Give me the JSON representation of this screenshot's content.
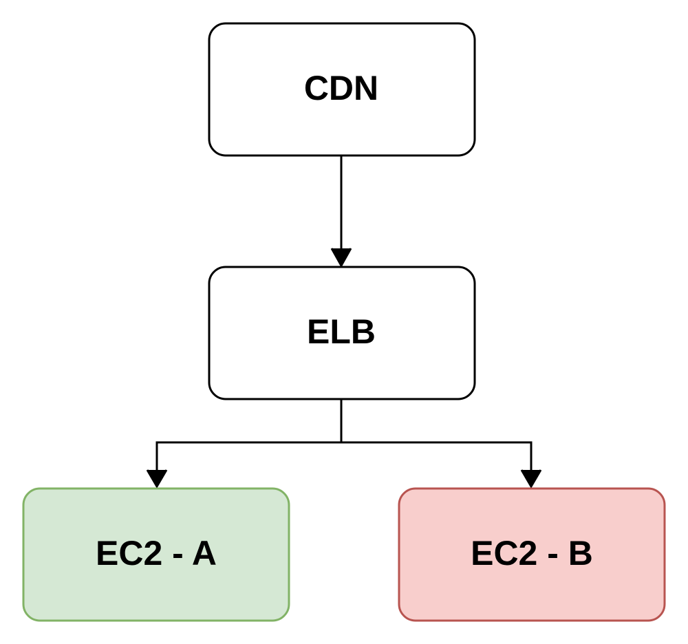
{
  "nodes": {
    "cdn": {
      "label": "CDN",
      "fill": "#ffffff",
      "stroke": "#000000"
    },
    "elb": {
      "label": "ELB",
      "fill": "#ffffff",
      "stroke": "#000000"
    },
    "ec2_a": {
      "label": "EC2 - A",
      "fill": "#d5e8d4",
      "stroke": "#82b366"
    },
    "ec2_b": {
      "label": "EC2 - B",
      "fill": "#f8cecc",
      "stroke": "#b85450"
    }
  },
  "edges": [
    {
      "from": "CDN",
      "to": "ELB"
    },
    {
      "from": "ELB",
      "to": "EC2 - A"
    },
    {
      "from": "ELB",
      "to": "EC2 - B"
    }
  ],
  "colors": {
    "line": "#000000",
    "background": "#ffffff"
  }
}
